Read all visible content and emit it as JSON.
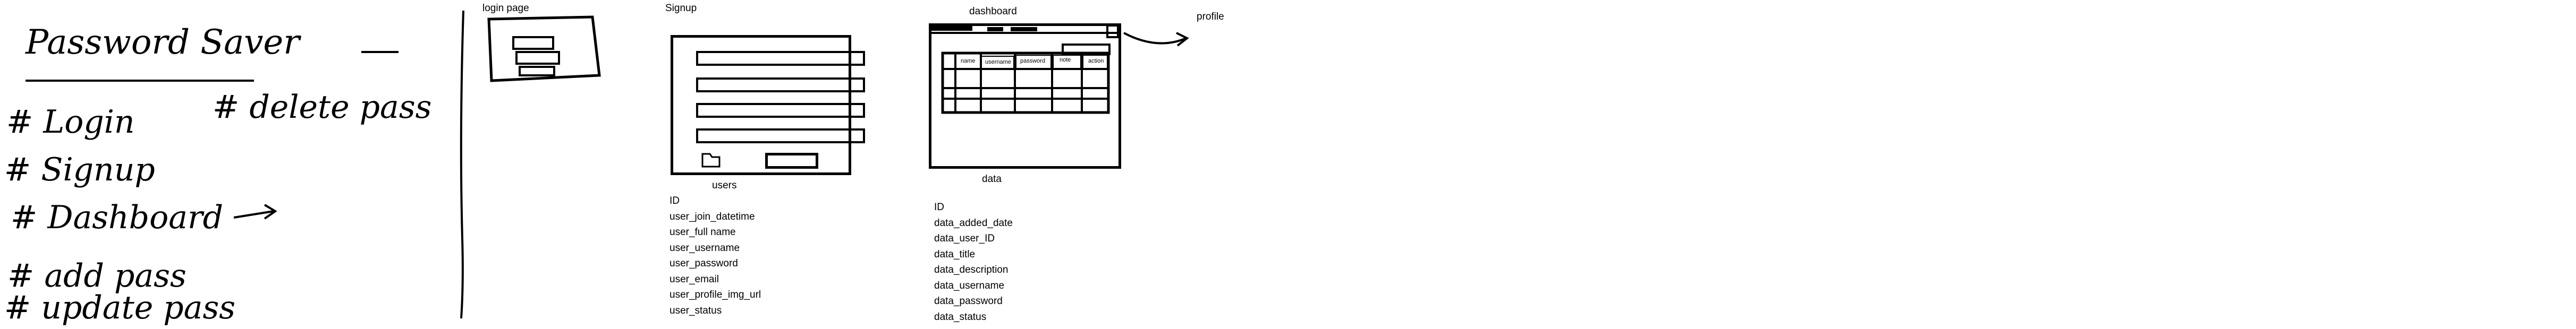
{
  "notes": {
    "title": "Password Saver",
    "items": [
      "# Login",
      "# Signup",
      "# Dashboard",
      "# add pass",
      "# update pass"
    ],
    "side_item": "# delete pass"
  },
  "login": {
    "label": "login page"
  },
  "signup": {
    "label": "Signup"
  },
  "dashboard": {
    "label": "dashboard",
    "columns": [
      "name",
      "username",
      "password",
      "note",
      "action"
    ]
  },
  "profile": {
    "label": "profile"
  },
  "users_table": {
    "title": "users",
    "fields": [
      "ID",
      "user_join_datetime",
      "user_full name",
      "user_username",
      "user_password",
      "user_email",
      "user_profile_img_url",
      "user_status"
    ]
  },
  "data_table": {
    "title": "data",
    "fields": [
      "ID",
      "data_added_date",
      "data_user_ID",
      "data_title",
      "data_description",
      "data_username",
      "data_password",
      "data_status"
    ]
  }
}
